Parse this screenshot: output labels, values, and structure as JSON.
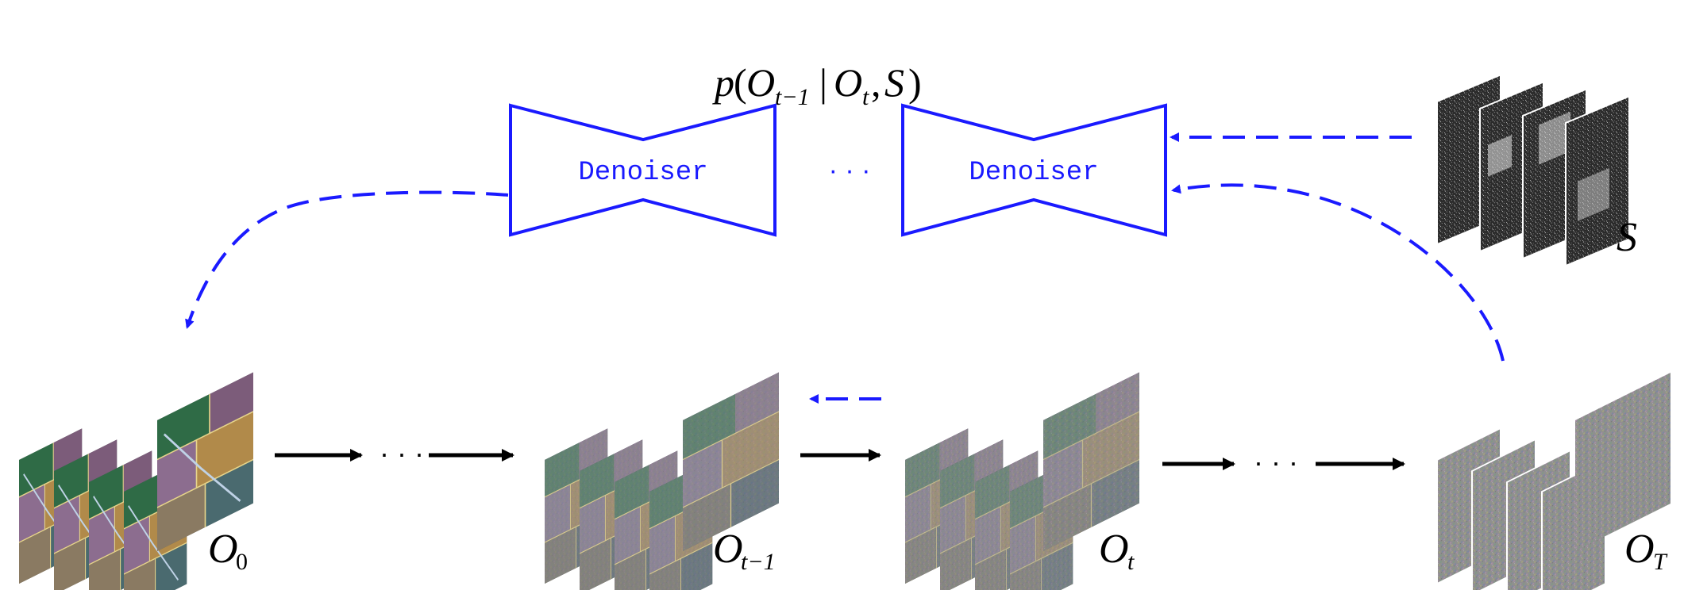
{
  "diagram": {
    "formula": {
      "p": "p",
      "O": "O",
      "sub1": "t−1",
      "bar": "|",
      "O2": "O",
      "sub2": "t",
      "S": "S"
    },
    "denoiser_left_label": "Denoiser",
    "denoiser_right_label": "Denoiser",
    "mid_ellipsis": "· · ·",
    "bottom_ellipsis_1": "· · ·",
    "bottom_ellipsis_2": "· · ·",
    "label_S": "S",
    "label_O0": {
      "base": "O",
      "sub": "0"
    },
    "label_Otm1": {
      "base": "O",
      "sub": "t−1"
    },
    "label_Ot": {
      "base": "O",
      "sub": "t"
    },
    "label_OT": {
      "base": "O",
      "sub": "T"
    },
    "colors": {
      "diagram_blue": "#1a1aff",
      "arrow_black": "#000000",
      "sar_dark": "#1b1b1b",
      "noise_gray": "#8f8f8f"
    }
  }
}
